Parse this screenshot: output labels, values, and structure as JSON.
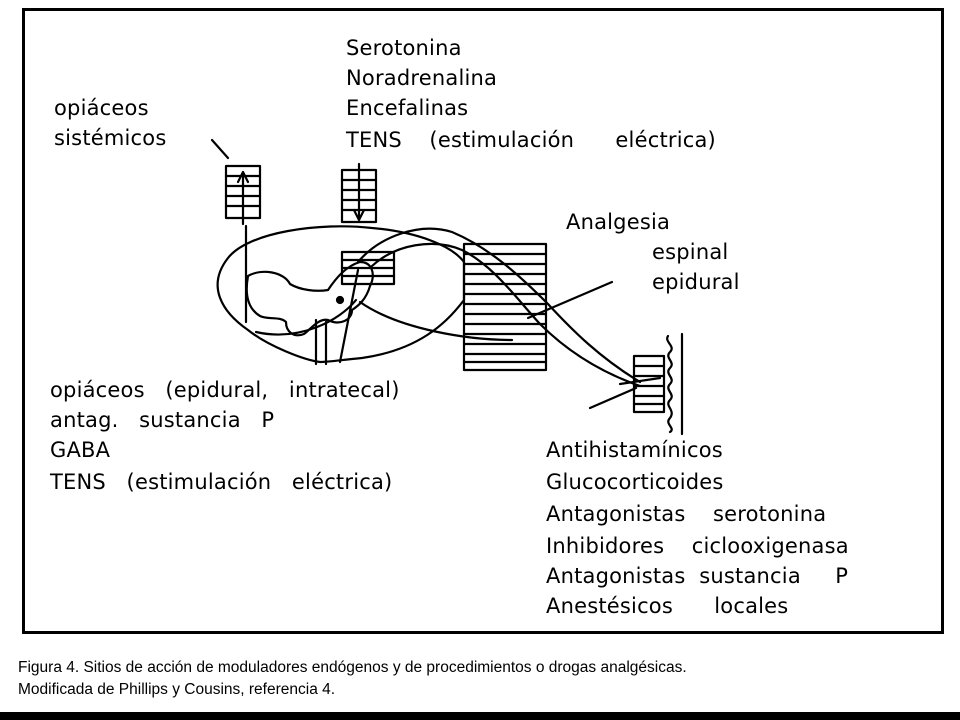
{
  "labels": {
    "top_block": [
      "Serotonina",
      "Noradrenalina",
      "Encefalinas",
      "TENS    (estimulación      eléctrica)"
    ],
    "opiaceos_sistemicos": [
      "opiáceos",
      "sistémicos"
    ],
    "analgesia": [
      "Analgesia",
      "espinal",
      "epidural"
    ],
    "spinal_list": [
      "opiáceos   (epidural,   intratecal)",
      "antag.   sustancia   P",
      "GABA",
      "TENS   (estimulación   eléctrica)"
    ],
    "peripheral_list": [
      "Antihistamínicos",
      "Glucocorticoides",
      "Antagonistas    serotonina",
      "Inhibidores    ciclooxigenasa",
      "Antagonistas  sustancia     P",
      "Anestésicos      locales"
    ]
  },
  "caption": {
    "line1": "Figura 4. Sitios de acción de moduladores endógenos y de procedimientos o drogas analgésicas.",
    "line2": "Modificada de Phillips y Cousins, referencia 4."
  }
}
